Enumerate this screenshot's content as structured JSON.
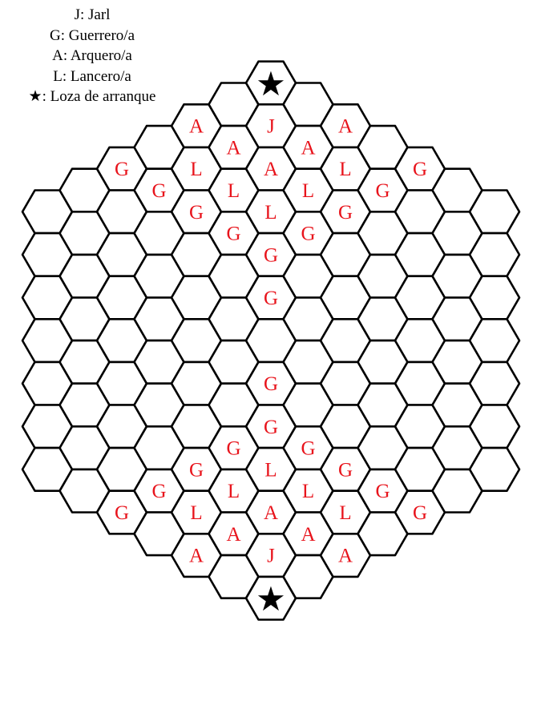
{
  "legend": [
    {
      "symbol": "J",
      "text": ": Jarl"
    },
    {
      "symbol": "G",
      "text": ": Guerrero/a"
    },
    {
      "symbol": "A",
      "text": ": Arquero/a"
    },
    {
      "symbol": "L",
      "text": ": Lancero/a"
    },
    {
      "symbol": "★",
      "text": ": Loza de arranque"
    }
  ],
  "colors": {
    "piece": "#e8141c",
    "star": "#000000",
    "grid": "#000000"
  },
  "pieces": [
    {
      "col": 0,
      "row": 0,
      "label": "★",
      "kind": "star"
    },
    {
      "col": 0,
      "row": 1,
      "label": "J"
    },
    {
      "col": -2,
      "row": 1,
      "label": "A"
    },
    {
      "col": 2,
      "row": 1,
      "label": "A"
    },
    {
      "col": -1,
      "row": 1.5,
      "label": "A"
    },
    {
      "col": 1,
      "row": 1.5,
      "label": "A"
    },
    {
      "col": 0,
      "row": 2,
      "label": "A"
    },
    {
      "col": -4,
      "row": 2,
      "label": "G"
    },
    {
      "col": -2,
      "row": 2,
      "label": "L"
    },
    {
      "col": 2,
      "row": 2,
      "label": "L"
    },
    {
      "col": 4,
      "row": 2,
      "label": "G"
    },
    {
      "col": -3,
      "row": 2.5,
      "label": "G"
    },
    {
      "col": -1,
      "row": 2.5,
      "label": "L"
    },
    {
      "col": 1,
      "row": 2.5,
      "label": "L"
    },
    {
      "col": 3,
      "row": 2.5,
      "label": "G"
    },
    {
      "col": -2,
      "row": 3,
      "label": "G"
    },
    {
      "col": 0,
      "row": 3,
      "label": "L"
    },
    {
      "col": 2,
      "row": 3,
      "label": "G"
    },
    {
      "col": -1,
      "row": 3.5,
      "label": "G"
    },
    {
      "col": 1,
      "row": 3.5,
      "label": "G"
    },
    {
      "col": 0,
      "row": 4,
      "label": "G"
    },
    {
      "col": 0,
      "row": 5,
      "label": "G"
    },
    {
      "col": 0,
      "row": 7,
      "label": "G"
    },
    {
      "col": 0,
      "row": 8,
      "label": "G"
    },
    {
      "col": -1,
      "row": 8.5,
      "label": "G"
    },
    {
      "col": 1,
      "row": 8.5,
      "label": "G"
    },
    {
      "col": -2,
      "row": 9,
      "label": "G"
    },
    {
      "col": 0,
      "row": 9,
      "label": "L"
    },
    {
      "col": 2,
      "row": 9,
      "label": "G"
    },
    {
      "col": -3,
      "row": 9.5,
      "label": "G"
    },
    {
      "col": -1,
      "row": 9.5,
      "label": "L"
    },
    {
      "col": 1,
      "row": 9.5,
      "label": "L"
    },
    {
      "col": 3,
      "row": 9.5,
      "label": "G"
    },
    {
      "col": -4,
      "row": 10,
      "label": "G"
    },
    {
      "col": -2,
      "row": 10,
      "label": "L"
    },
    {
      "col": 0,
      "row": 10,
      "label": "A"
    },
    {
      "col": 2,
      "row": 10,
      "label": "L"
    },
    {
      "col": 4,
      "row": 10,
      "label": "G"
    },
    {
      "col": -1,
      "row": 10.5,
      "label": "A"
    },
    {
      "col": 1,
      "row": 10.5,
      "label": "A"
    },
    {
      "col": -2,
      "row": 11,
      "label": "A"
    },
    {
      "col": 0,
      "row": 11,
      "label": "J"
    },
    {
      "col": 2,
      "row": 11,
      "label": "A"
    },
    {
      "col": 0,
      "row": 12,
      "label": "★",
      "kind": "star"
    }
  ]
}
